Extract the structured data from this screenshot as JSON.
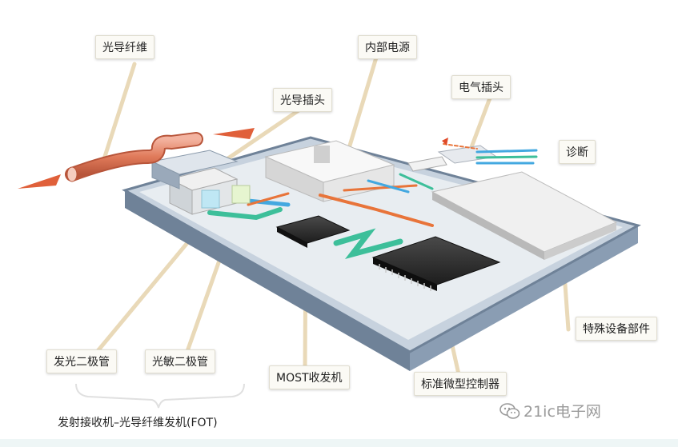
{
  "labels": {
    "fiber": "光导纤维",
    "fiber_plug": "光导插头",
    "power": "内部电源",
    "elec_plug": "电气插头",
    "diag": "诊断",
    "special": "特殊设备部件",
    "led": "发光二极管",
    "photodiode": "光敏二极管",
    "most": "MOST收发机",
    "mcu": "标准微型控制器",
    "fot": "发射接收机–光导纤维发机(FOT)"
  },
  "watermark": {
    "text": "21ic电子网",
    "icon": "wechat-icon"
  },
  "colors": {
    "case": "#7f92a8",
    "floor": "#d9e1e8",
    "fiber": "#e07a5a",
    "arrow": "#e0603a",
    "signal_green": "#3dbf9a",
    "signal_blue": "#43a8e0",
    "trace_orange": "#e8743a"
  }
}
